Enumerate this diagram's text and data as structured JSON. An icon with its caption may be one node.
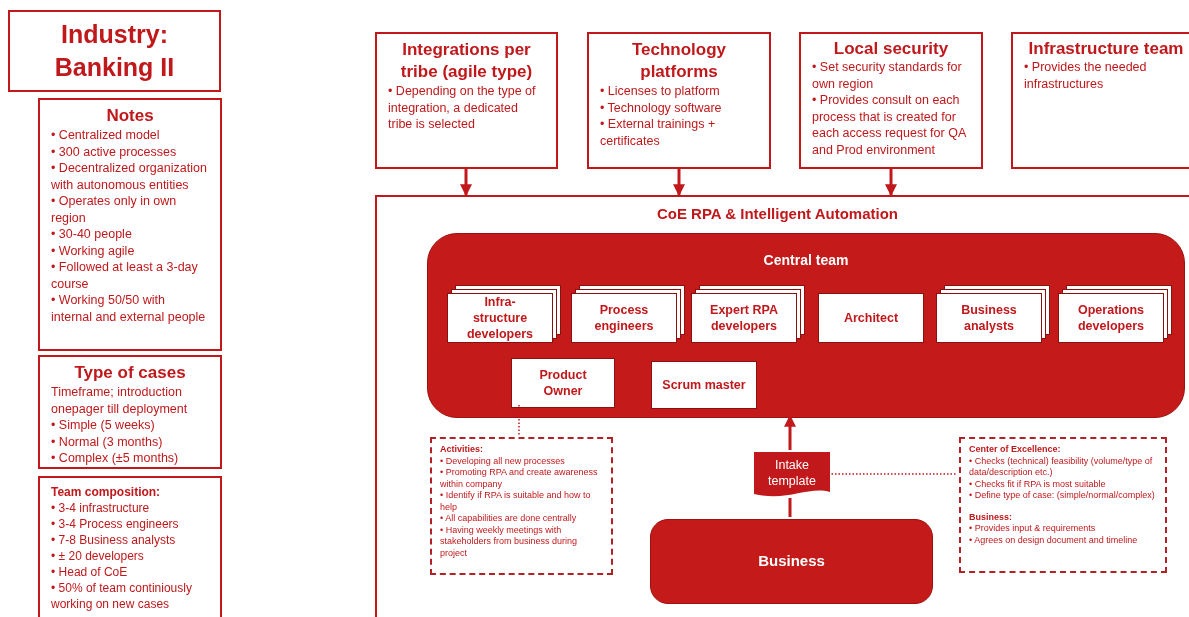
{
  "diagram": {
    "nodes": [
      {
        "text": [
          "Industry: Banking II"
        ]
      },
      {
        "text": [
          "Notes",
          "• Centralized model",
          "• 300 active processes",
          "• Decentralized organization with autonomous entities",
          "• Operates only in own region",
          "• 30-40 people",
          "• Working agile",
          "• Followed at least a 3-day course",
          "• Working 50/50 with internal and external people"
        ]
      },
      {
        "text": [
          "Type of cases",
          "Timeframe; introduction onepager till deployment",
          "• Simple (5 weeks)",
          "• Normal (3 months)",
          "• Complex (±5 months)"
        ]
      },
      {
        "text": [
          "Team composition:",
          "• 3-4 infrastructure",
          "• 3-4 Process engineers",
          "•  7-8  Business analysts",
          "•  ± 20 developers",
          "•  Head of CoE",
          "• 50% of team continiously working on new cases"
        ]
      },
      {
        "text": [
          "Integrations per tribe (agile type)",
          "• Depending on the type of integration, a dedicated tribe is selected"
        ]
      },
      {
        "text": [
          "Technology platforms",
          "• Licenses to platform",
          "• Technology software",
          "• External trainings + certificates"
        ]
      },
      {
        "text": [
          "Local security",
          "• Set security standards for own region",
          "• Provides consult on each process that is created for each access request for QA and Prod environment"
        ]
      },
      {
        "text": [
          "Infrastructure team",
          "• Provides the needed infrastructures"
        ]
      },
      {
        "text": [
          "CoE RPA & Intelligent Automation"
        ]
      },
      {
        "text": [
          "Central team"
        ],
        "in": 8
      },
      {
        "text": [
          "Infra-structure developers"
        ],
        "in": 9
      },
      {
        "text": [
          "Process engineers"
        ],
        "in": 9
      },
      {
        "text": [
          "Expert RPA developers"
        ],
        "in": 9
      },
      {
        "text": [
          "Architect"
        ],
        "in": 9
      },
      {
        "text": [
          "Business analysts"
        ],
        "in": 9
      },
      {
        "text": [
          "Operations developers"
        ],
        "in": 9
      },
      {
        "text": [
          "Product Owner"
        ],
        "in": 9
      },
      {
        "text": [
          "Scrum master"
        ],
        "in": 9
      },
      {
        "text": [
          "Activities:",
          "• Developing all new processes",
          "• Promoting RPA and create awareness within company",
          "• Identify if RPA is suitable and how to help",
          "• All capabilities are done centrally",
          "• Having weekly meetings with stakeholders from business during project"
        ],
        "in": 8
      },
      {
        "text": [
          "Intake template"
        ],
        "in": 8
      },
      {
        "text": [
          "Center of Excellence:",
          "• Checks (technical) feasibility (volume/type of data/description etc.)",
          "• Checks fit if RPA is most suitable",
          "• Define type of case: (simple/normal/complex)",
          "Business:",
          "• Provides input & requirements",
          "• Agrees on design document and timeline"
        ],
        "in": 8
      },
      {
        "text": [
          "Business"
        ],
        "in": 8
      }
    ],
    "edges": [
      {
        "from": 4,
        "to": 8,
        "arrow": "to"
      },
      {
        "from": 5,
        "to": 8,
        "arrow": "to"
      },
      {
        "from": 6,
        "to": 8,
        "arrow": "to"
      },
      {
        "from": 21,
        "to": 19,
        "arrow": "none"
      },
      {
        "from": 19,
        "to": 9,
        "arrow": "to"
      },
      {
        "from": 16,
        "to": 18,
        "arrow": "none",
        "style": "dashed"
      },
      {
        "from": 19,
        "to": 20,
        "arrow": "none",
        "style": "dashed"
      }
    ]
  }
}
